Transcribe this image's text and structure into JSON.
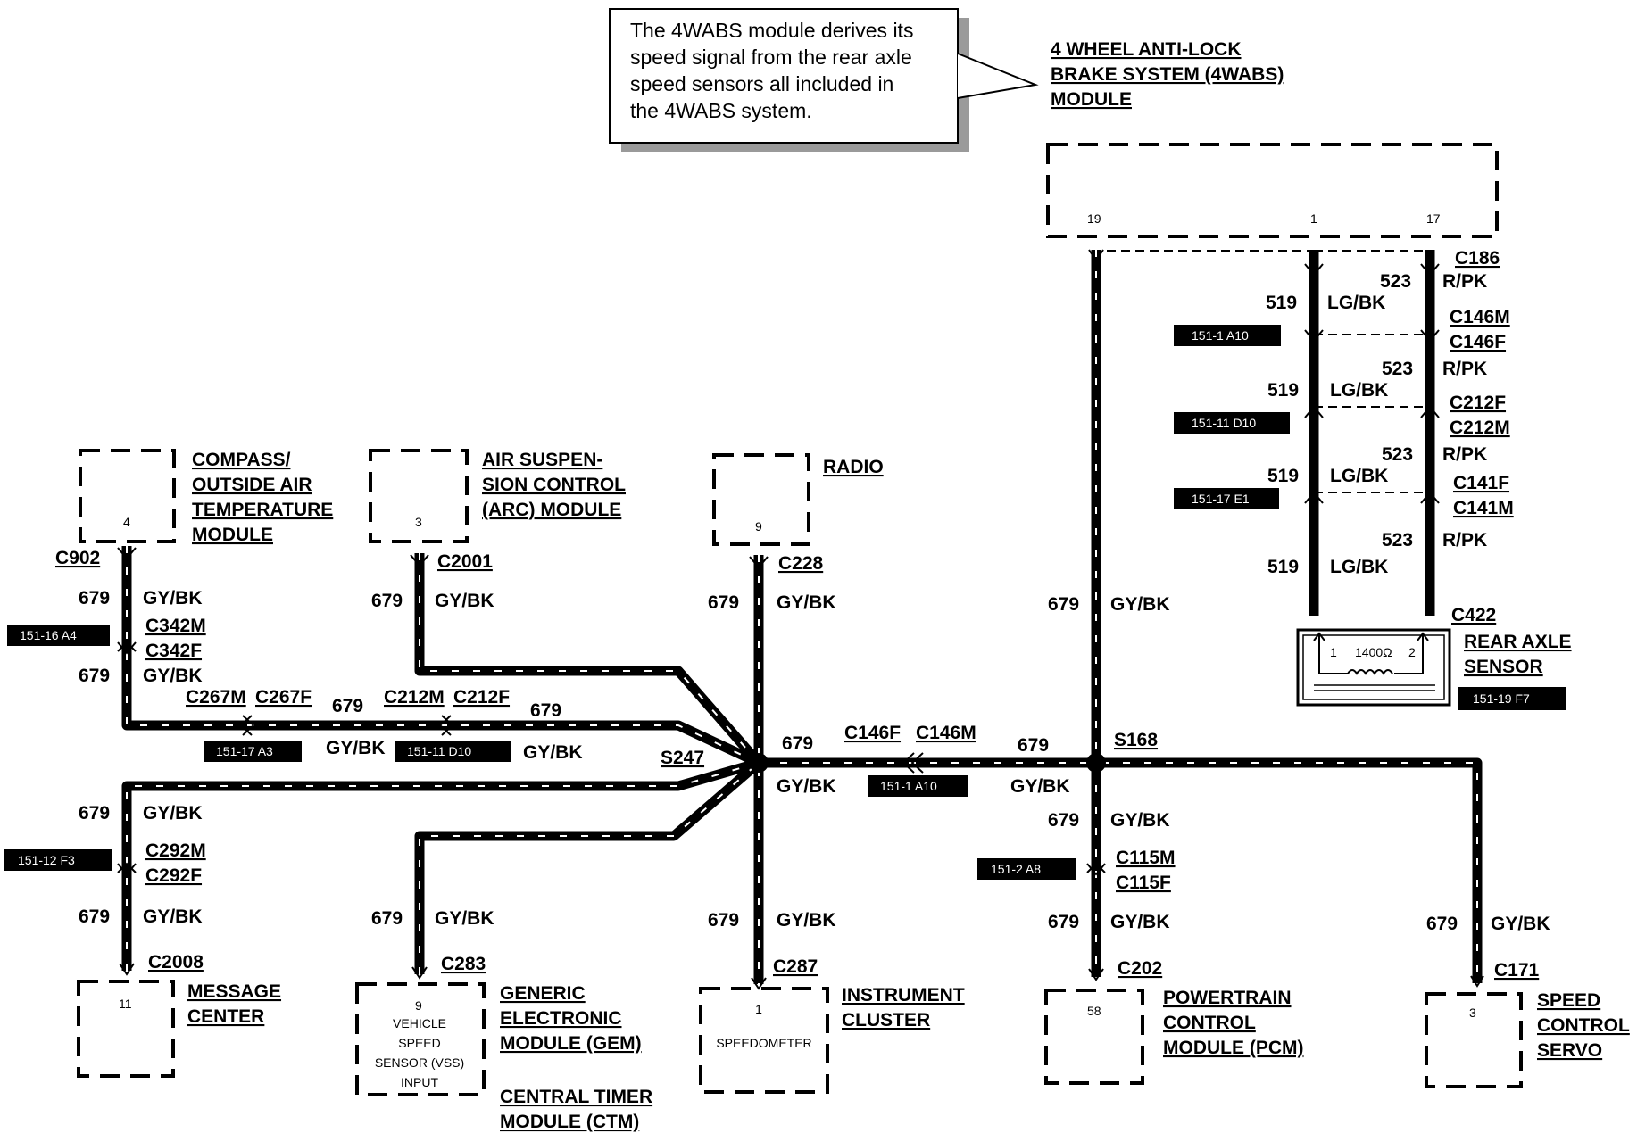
{
  "callout": {
    "lines": [
      "The 4WABS module derives its",
      "speed signal from the rear axle",
      "speed sensors all included in",
      "the 4WABS system."
    ]
  },
  "modules": {
    "abs": {
      "title": [
        "4 WHEEL ANTI-LOCK",
        "BRAKE SYSTEM (4WABS)",
        "MODULE"
      ],
      "pins": [
        "19",
        "1",
        "17"
      ]
    },
    "compass": {
      "title": [
        "COMPASS/",
        "OUTSIDE AIR",
        "TEMPERATURE",
        "MODULE"
      ],
      "pin": "4"
    },
    "arc": {
      "title": [
        "AIR SUSPEN-",
        "SION CONTROL",
        "(ARC) MODULE"
      ],
      "pin": "3"
    },
    "radio": {
      "title": [
        "RADIO"
      ],
      "pin": "9"
    },
    "message": {
      "title": [
        "MESSAGE",
        "CENTER"
      ],
      "pin": "11"
    },
    "gem": {
      "title": [
        "GENERIC",
        "ELECTRONIC",
        "MODULE (GEM)"
      ],
      "title2": [
        "CENTRAL TIMER",
        "MODULE (CTM)"
      ],
      "pin": "9",
      "inner": [
        "VEHICLE",
        "SPEED",
        "SENSOR (VSS)",
        "INPUT"
      ]
    },
    "cluster": {
      "title": [
        "INSTRUMENT",
        "CLUSTER"
      ],
      "pin": "1",
      "inner": "SPEEDOMETER"
    },
    "pcm": {
      "title": [
        "POWERTRAIN",
        "CONTROL",
        "MODULE (PCM)"
      ],
      "pin": "58"
    },
    "servo": {
      "title": [
        "SPEED",
        "CONTROL",
        "SERVO"
      ],
      "pin": "3"
    },
    "sensor": {
      "title": [
        "REAR AXLE",
        "SENSOR"
      ],
      "pin1": "1",
      "pin2": "2",
      "resistance": "1400Ω",
      "tag": "151-19 F7",
      "connector": "C422"
    }
  },
  "wire": {
    "circuit": "679",
    "color": "GY/BK"
  },
  "rear_wires": {
    "left": {
      "circuit": "519",
      "color": "LG/BK"
    },
    "right": {
      "circuit": "523",
      "color": "R/PK"
    }
  },
  "connectors": {
    "c902": "C902",
    "c342m": "C342M",
    "c342f": "C342F",
    "c267m": "C267M",
    "c267f": "C267F",
    "c212m_a": "C212M",
    "c212f_a": "C212F",
    "c2001": "C2001",
    "c228": "C228",
    "s247": "S247",
    "c292m": "C292M",
    "c292f": "C292F",
    "c2008": "C2008",
    "c283": "C283",
    "c287": "C287",
    "c146f_a": "C146F",
    "c146m_a": "C146M",
    "s168": "S168",
    "c115m": "C115M",
    "c115f": "C115F",
    "c202": "C202",
    "c171": "C171",
    "c186": "C186",
    "c146m_b": "C146M",
    "c146f_b": "C146F",
    "c212f_b": "C212F",
    "c212m_b": "C212M",
    "c141f": "C141F",
    "c141m": "C141M"
  },
  "tags": {
    "t1": "151-16 A4",
    "t2": "151-17 A3",
    "t3": "151-11 D10",
    "t4": "151-12 F3",
    "t5": "151-1 A10",
    "t6": "151-2 A8",
    "t7": "151-1 A10",
    "t8": "151-11 D10",
    "t9": "151-17 E1"
  }
}
